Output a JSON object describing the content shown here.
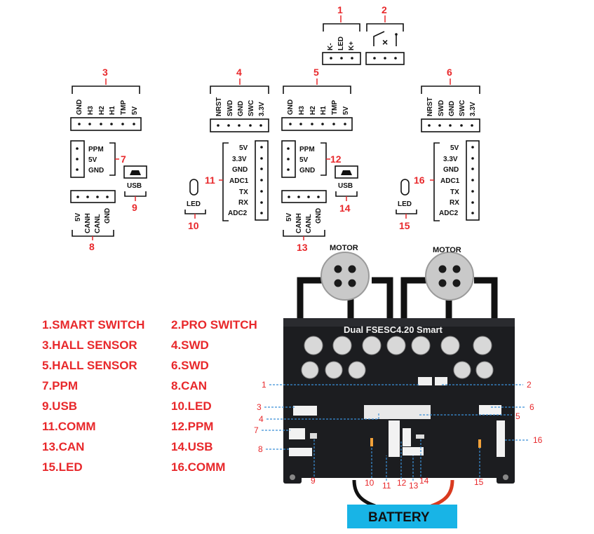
{
  "callouts": {
    "n1": "1",
    "n2": "2",
    "n3": "3",
    "n4": "4",
    "n5": "5",
    "n6": "6",
    "n7": "7",
    "n8": "8",
    "n9": "9",
    "n10": "10",
    "n11": "11",
    "n12": "12",
    "n13": "13",
    "n14": "14",
    "n15": "15",
    "n16": "16"
  },
  "connectors": {
    "smart_switch": [
      "K-",
      "LED",
      "K+"
    ],
    "pro_switch": "×",
    "hall_sensor": [
      "GND",
      "H3",
      "H2",
      "H1",
      "TMP",
      "5V"
    ],
    "swd": [
      "NRST",
      "SWD",
      "GND",
      "SWC",
      "3.3V"
    ],
    "ppm": [
      "PPM",
      "5V",
      "GND"
    ],
    "can": [
      "5V",
      "CANH",
      "CANL",
      "GND"
    ],
    "comm": [
      "5V",
      "3.3V",
      "GND",
      "ADC1",
      "TX",
      "RX",
      "ADC2"
    ],
    "usb": "USB",
    "led": "LED"
  },
  "legend": [
    "1.SMART SWITCH",
    "2.PRO SWITCH",
    "3.HALL SENSOR",
    "4.SWD",
    "5.HALL SENSOR",
    "6.SWD",
    "7.PPM",
    "8.CAN",
    "9.USB",
    "10.LED",
    "11.COMM",
    "12.PPM",
    "13.CAN",
    "14.USB",
    "15.LED",
    "16.COMM"
  ],
  "board": {
    "title": "Dual FSESC4.20 Smart",
    "motor_left": "MOTOR",
    "motor_right": "MOTOR",
    "battery": "BATTERY"
  },
  "colors": {
    "accent_red": "#e8282b",
    "board_black": "#1c1d20",
    "battery_blue": "#18b4e6",
    "callout_line": "#3a8fd6"
  }
}
